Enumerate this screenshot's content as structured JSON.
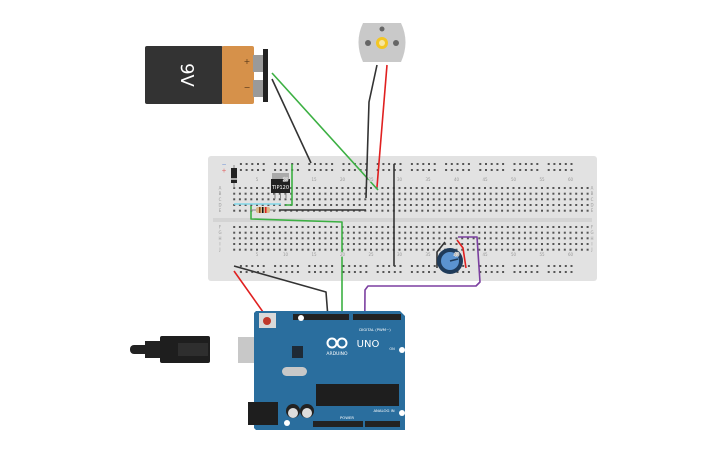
{
  "canvas": {
    "background": "#ffffff"
  },
  "battery": {
    "label": "9V",
    "plus": "+",
    "minus": "−",
    "body_color": "#333333",
    "cap_color": "#d6914a"
  },
  "motor": {
    "color": "#c9c9c9",
    "shaft_color": "#f3c623"
  },
  "breadboard": {
    "color": "#e2e2e2",
    "column_labels": [
      "5",
      "10",
      "15",
      "20",
      "25",
      "30",
      "35",
      "40",
      "45",
      "50",
      "55",
      "60"
    ],
    "row_labels_top": [
      "A",
      "B",
      "C",
      "D",
      "E"
    ],
    "row_labels_bottom": [
      "F",
      "G",
      "H",
      "I",
      "J"
    ],
    "rail_plus": "+",
    "rail_minus": "−"
  },
  "transistor": {
    "label": "TIP120"
  },
  "arduino": {
    "brand": "ARDUINO",
    "model": "UNO",
    "digital_label": "DIGITAL (PWM~)",
    "power_label": "POWER",
    "analog_label": "ANALOG IN",
    "on_label": "ON",
    "board_color": "#2a6e9e"
  },
  "wire_colors": {
    "red": "#e02020",
    "black": "#333333",
    "green": "#3cb043",
    "purple": "#7b3fa0",
    "cyan": "#7fd6e8"
  }
}
